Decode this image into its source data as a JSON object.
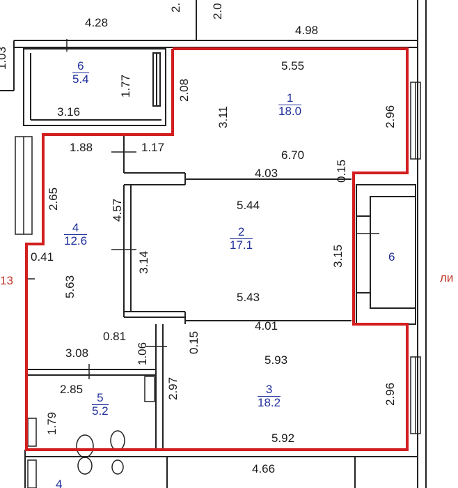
{
  "colors": {
    "outline": "#d21e1e",
    "wall": "#222222",
    "room_label": "#1f2f9a",
    "edge_label": "#c0392b"
  },
  "rooms": [
    {
      "number": "1",
      "area": "18.0"
    },
    {
      "number": "2",
      "area": "17.1"
    },
    {
      "number": "3",
      "area": "18.2"
    },
    {
      "number": "4",
      "area": "12.6"
    },
    {
      "number": "5",
      "area": "5.2"
    },
    {
      "number": "6",
      "area": "5.4"
    },
    {
      "number": "6",
      "area": ""
    },
    {
      "number": "4",
      "area": ""
    }
  ],
  "dimensions": {
    "d428": "4.28",
    "d498": "4.98",
    "d103": "1.03",
    "d2top": "2.",
    "d20top": "2.0",
    "d555": "5.55",
    "d177": "1.77",
    "d208": "2.08",
    "d316": "3.16",
    "d311": "3.11",
    "d296a": "2.96",
    "d188": "1.88",
    "d117": "1.17",
    "d670": "6.70",
    "d015a": "0.15",
    "d403": "4.03",
    "d265": "2.65",
    "d457": "4.57",
    "d544": "5.44",
    "d041": "0.41",
    "d314": "3.14",
    "d315": "3.15",
    "d563": "5.63",
    "d543": "5.43",
    "d081": "0.81",
    "d401": "4.01",
    "d106": "1.06",
    "d015b": "0.15",
    "d308": "3.08",
    "d593": "5.93",
    "d297": "2.97",
    "d285": "2.85",
    "d296b": "2.96",
    "d179": "1.79",
    "d592": "5.92",
    "d466": "4.66"
  },
  "edge_labels": {
    "left": "13",
    "right": "ли"
  }
}
